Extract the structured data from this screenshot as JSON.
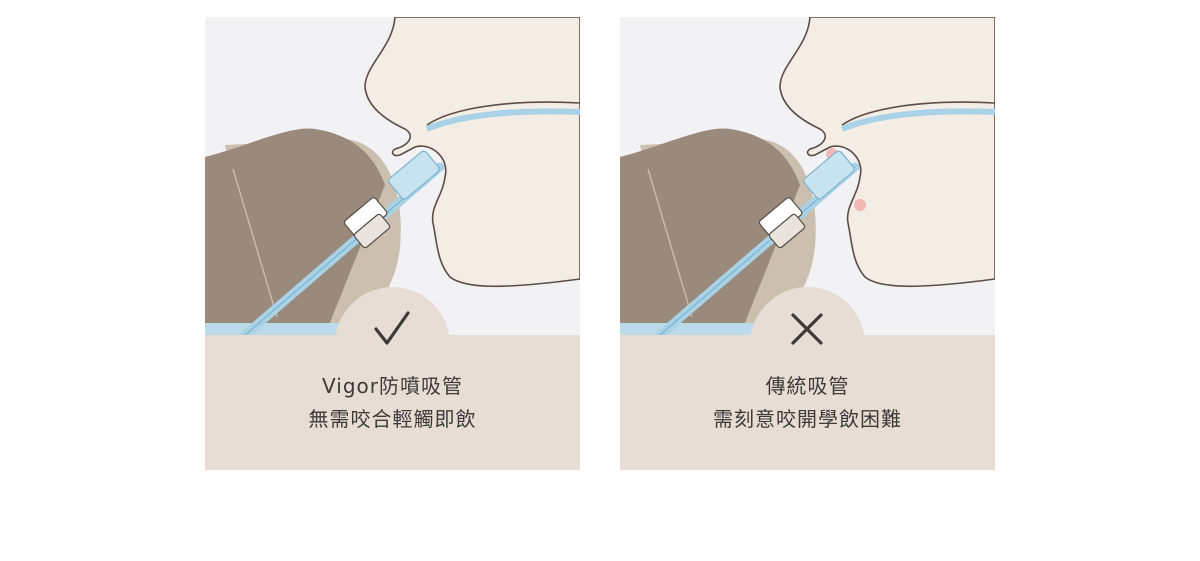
{
  "panels": [
    {
      "type": "correct",
      "mark_icon": "check-icon",
      "caption_line1": "Vigor防噴吸管",
      "caption_line2": "無需咬合輕觸即飲"
    },
    {
      "type": "incorrect",
      "mark_icon": "cross-icon",
      "caption_line1": "傳統吸管",
      "caption_line2": "需刻意咬開學飲困難"
    }
  ],
  "colors": {
    "panel_bg": "#f2f1f4",
    "caption_bg": "#e6ddd5",
    "face_fill": "#f4ede6",
    "cup_dark": "#9a8a7b",
    "cup_light": "#cbbfb0",
    "straw_blue": "#a9d2e6",
    "water_blue": "#bcdbe8",
    "pressure_red": "#f0a6a6",
    "text": "#3f3a36"
  }
}
